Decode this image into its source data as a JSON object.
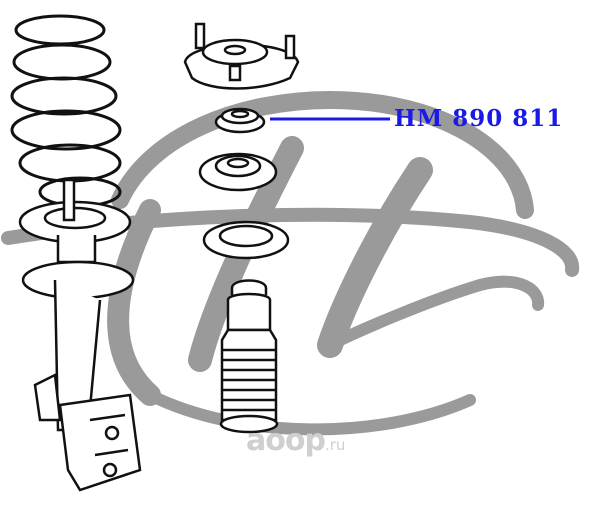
{
  "diagram": {
    "part_number": "HM 890 811",
    "leader_color": "#1a1ae6",
    "watermark": {
      "brand": "aoop",
      "tld": ".ru",
      "color": "#cfcfcf"
    },
    "logo_color": "#9a9a9a",
    "line_color": "#111111"
  }
}
